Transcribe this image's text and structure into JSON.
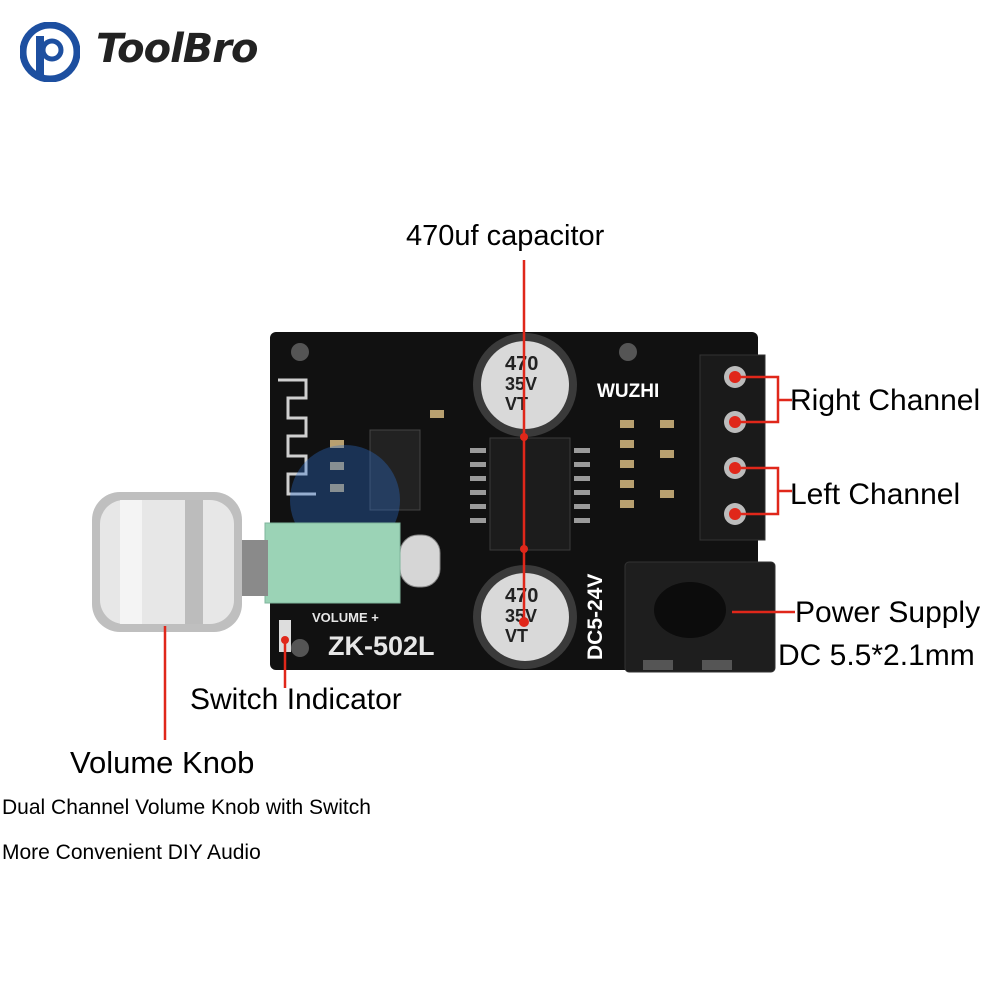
{
  "brand": {
    "name": "ToolBro",
    "logo_icon": "toolbro-logo-icon",
    "accent": "#1d4fa0"
  },
  "labels": {
    "capacitor": "470uf capacitor",
    "right_channel": "Right Channel",
    "left_channel": "Left Channel",
    "power_supply": "Power Supply",
    "dc_size": "DC 5.5*2.1mm",
    "switch_indicator": "Switch Indicator",
    "volume_knob": "Volume Knob",
    "feature_1": "Dual Channel Volume Knob with Switch",
    "feature_2": "More Convenient DIY Audio"
  },
  "board": {
    "maker": "WUZHI",
    "model": "ZK-502L",
    "voltage": "DC5-24V",
    "volume_marking": "VOLUME +",
    "capacitor_value": "470",
    "capacitor_voltage": "35V",
    "capacitor_series": "VT",
    "polarity_mark": "+",
    "pcb_color": "#111111",
    "leader_color": "#e0271a"
  }
}
